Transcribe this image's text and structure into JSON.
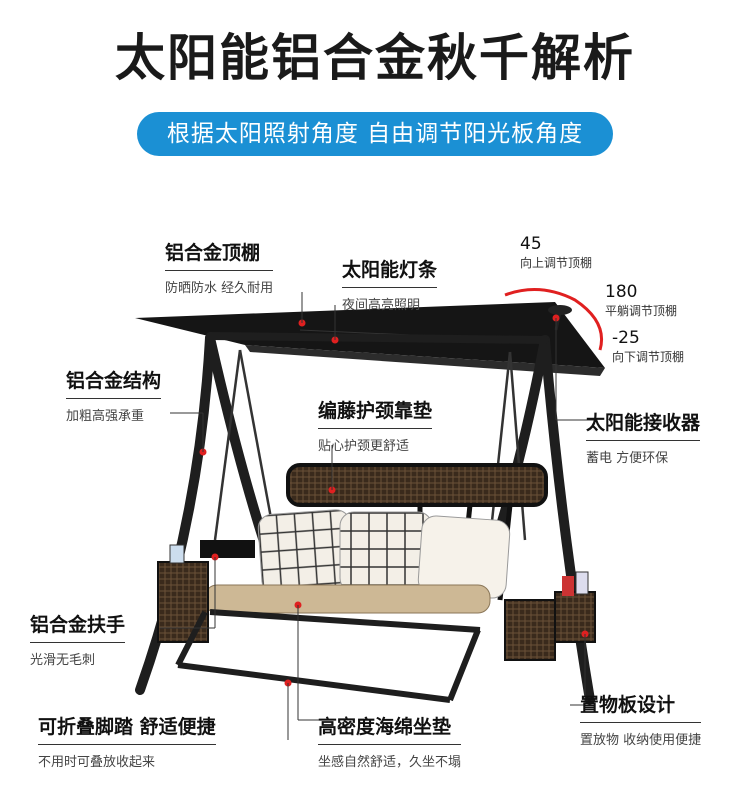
{
  "title": "太阳能铝合金秋千解析",
  "banner": "根据太阳照射角度 自由调节阳光板角度",
  "callouts": {
    "canopy": {
      "title": "铝合金顶棚",
      "sub": "防晒防水 经久耐用"
    },
    "light": {
      "title": "太阳能灯条",
      "sub": "夜间高亮照明"
    },
    "frame": {
      "title": "铝合金结构",
      "sub": "加粗高强承重"
    },
    "headrest": {
      "title": "编藤护颈靠垫",
      "sub": "贴心护颈更舒适"
    },
    "receiver": {
      "title": "太阳能接收器",
      "sub": "蓄电 方便环保"
    },
    "armrest": {
      "title": "铝合金扶手",
      "sub": "光滑无毛刺"
    },
    "pedal": {
      "title": "可折叠脚踏 舒适便捷",
      "sub": "不用时可叠放收起来"
    },
    "cushion": {
      "title": "高密度海绵坐垫",
      "sub": "坐感自然舒适，久坐不塌"
    },
    "shelf": {
      "title": "置物板设计",
      "sub": "置放物 收纳使用便捷"
    }
  },
  "angles": [
    {
      "value": "45",
      "label": "向上调节顶棚"
    },
    {
      "value": "180",
      "label": "平躺调节顶棚"
    },
    {
      "value": "-25",
      "label": "向下调节顶棚"
    }
  ],
  "colors": {
    "accent": "#1b90d4",
    "marker": "#e02020",
    "frame": "#1e1e1e"
  }
}
